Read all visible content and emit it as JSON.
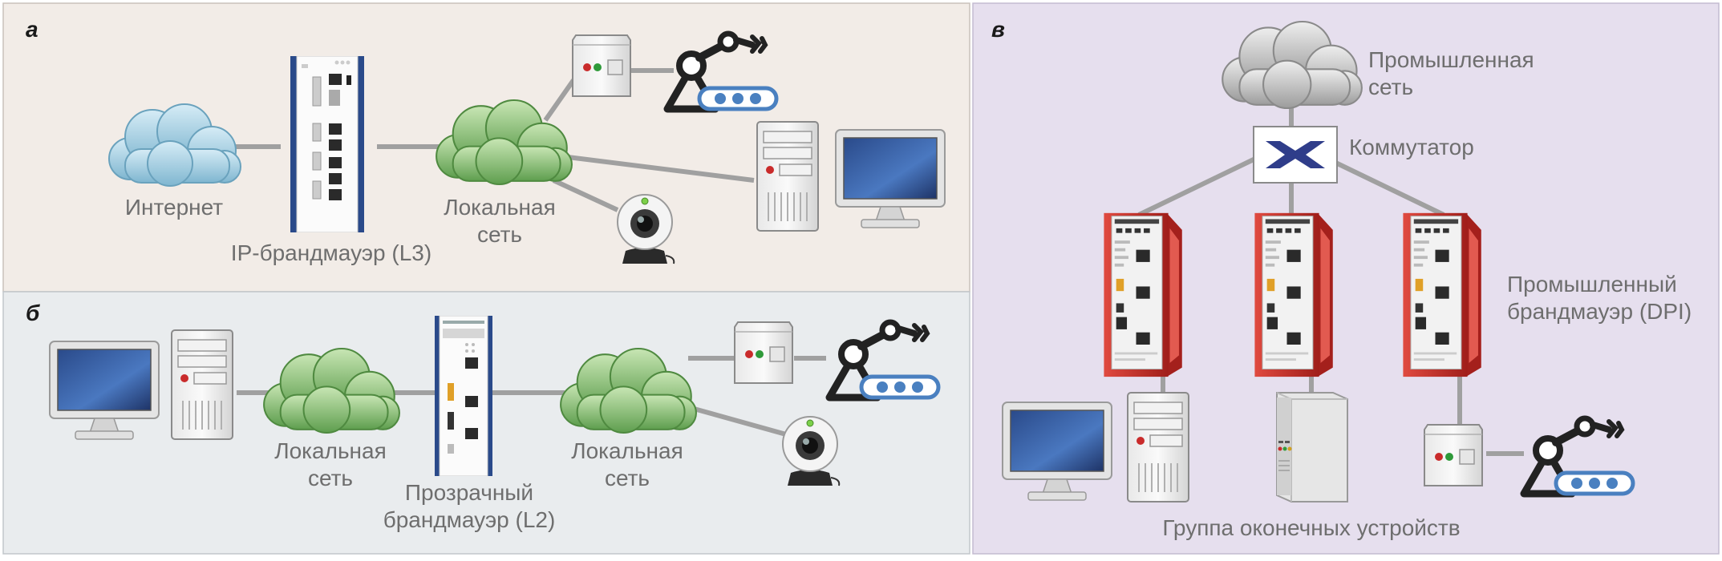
{
  "panels": {
    "a": {
      "letter": "а",
      "internet": "Интернет",
      "fw_l3": "IP-брандмауэр (L3)",
      "lan": [
        "Локальная",
        "сеть"
      ]
    },
    "b": {
      "letter": "б",
      "lan1": [
        "Локальная",
        "сеть"
      ],
      "fw_l2": [
        "Прозрачный",
        "брандмауэр (L2)"
      ],
      "lan2": [
        "Локальная",
        "сеть"
      ]
    },
    "c": {
      "letter": "в",
      "industrial_net": [
        "Промышленная",
        "сеть"
      ],
      "switch": "Коммутатор",
      "fw_dpi": [
        "Промышленный",
        "брандмауэр (DPI)"
      ],
      "endpoints": "Группа оконечных устройств"
    }
  },
  "colors": {
    "panel_a_bg": "#f2ece7",
    "panel_b_bg": "#e9ecee",
    "panel_c_bg": "#e6dfee",
    "link": "#a0a0a0",
    "label_text": "#6e6e6e",
    "internet_cloud": "#8fc4dc",
    "lan_cloud": "#7cb46a",
    "industrial_cloud": "#b8b8b8",
    "firewall_red": "#c9302c",
    "switch_blue": "#2f3d8a"
  }
}
